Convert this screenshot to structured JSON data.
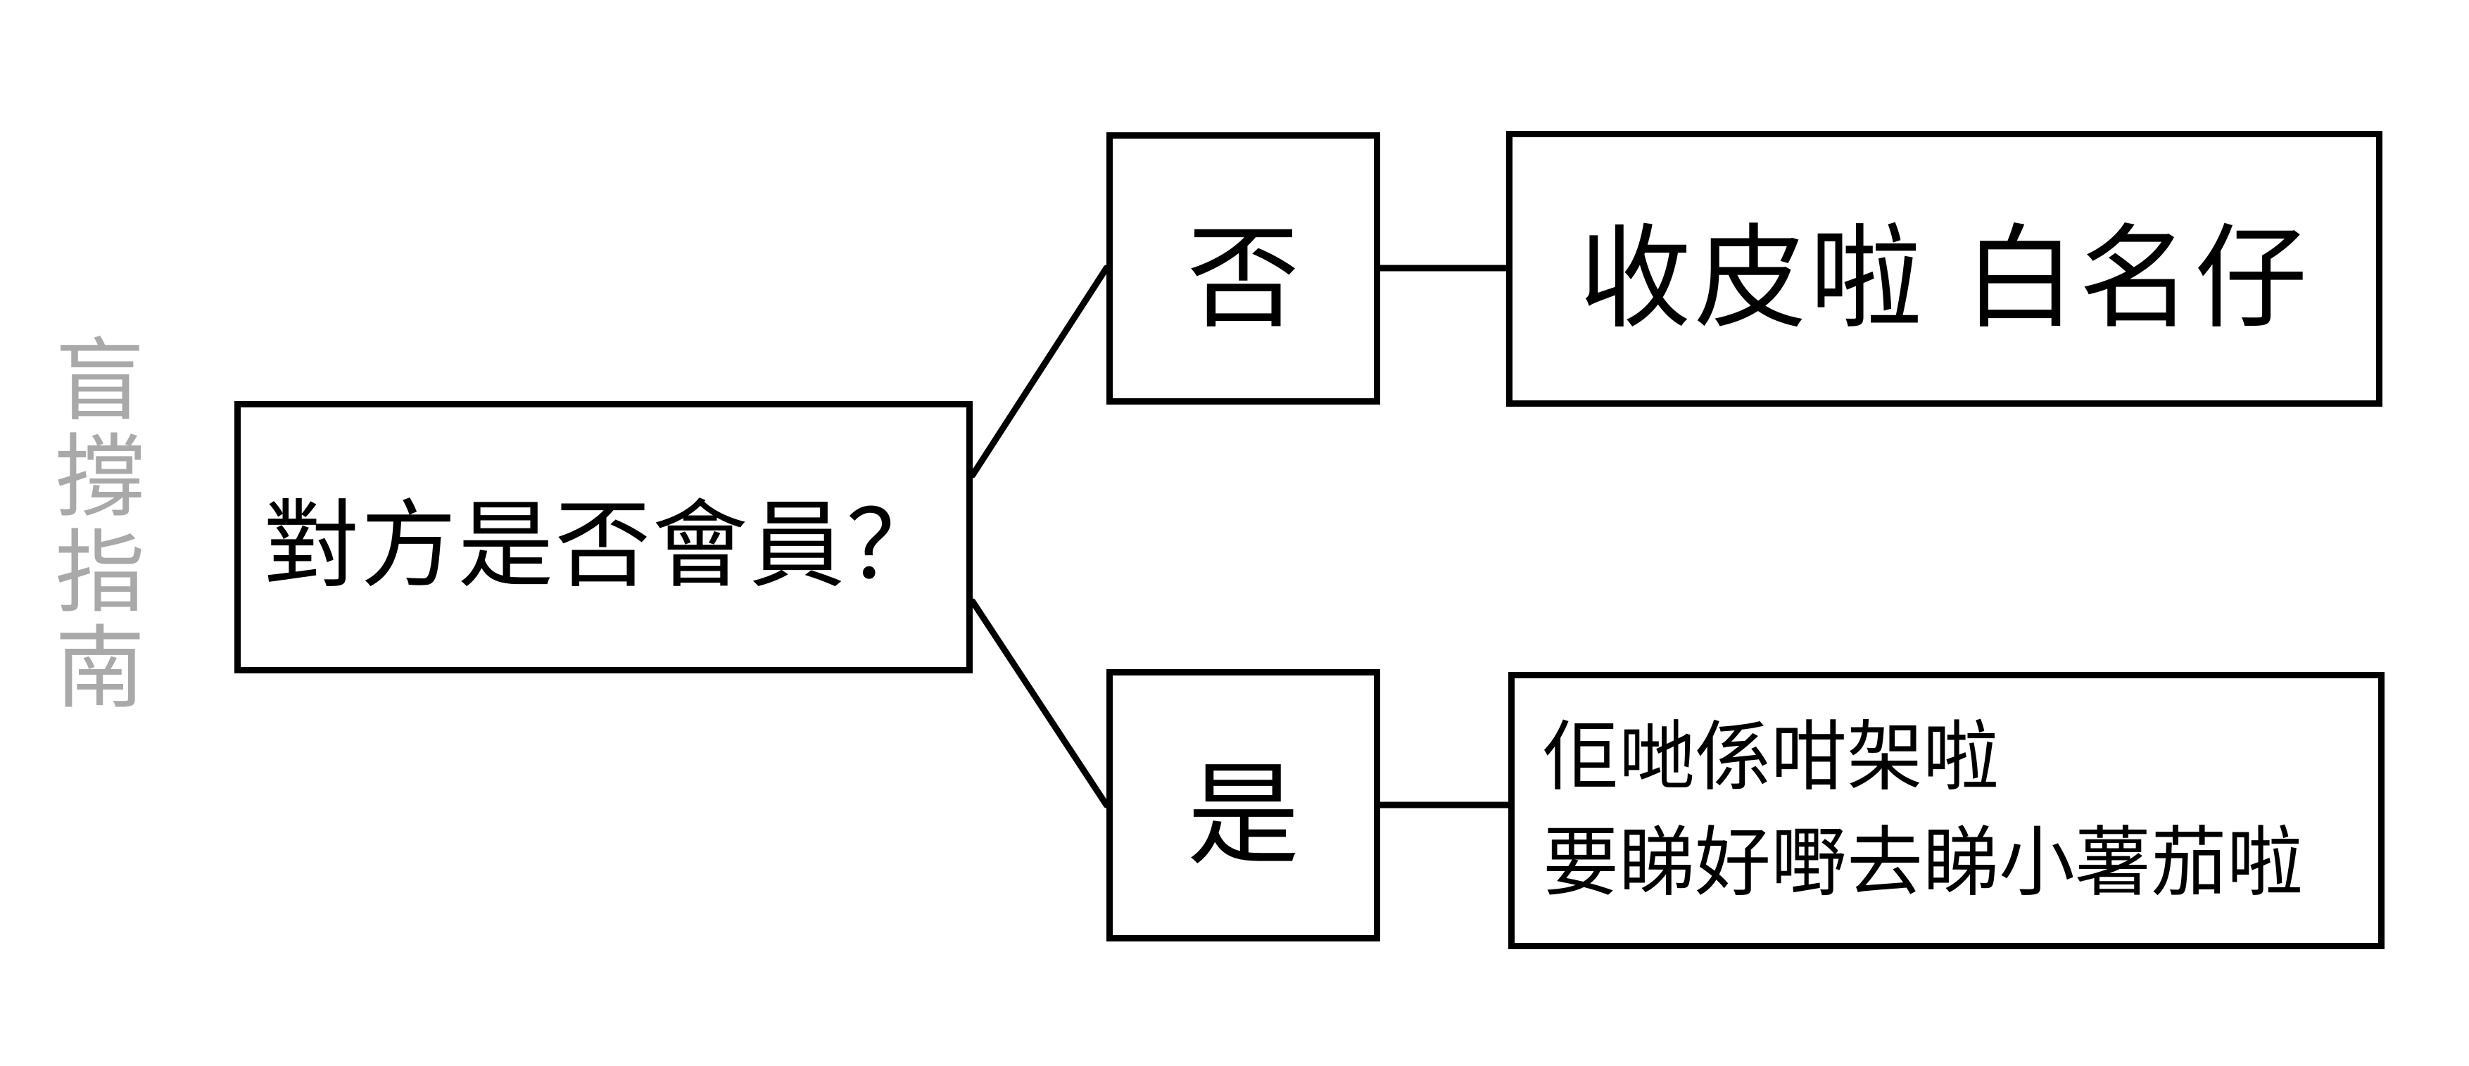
{
  "side_title": "盲撐指南",
  "nodes": {
    "question": "對方是否會員？",
    "no": "否",
    "yes": "是",
    "no_result": "收皮啦 白名仔",
    "yes_result": {
      "line1": "佢哋係咁架啦",
      "line2": "要睇好嘢去睇小薯茄啦"
    }
  },
  "colors": {
    "line": "#000000",
    "side_title": "#a9a9a9",
    "background": "#ffffff"
  }
}
